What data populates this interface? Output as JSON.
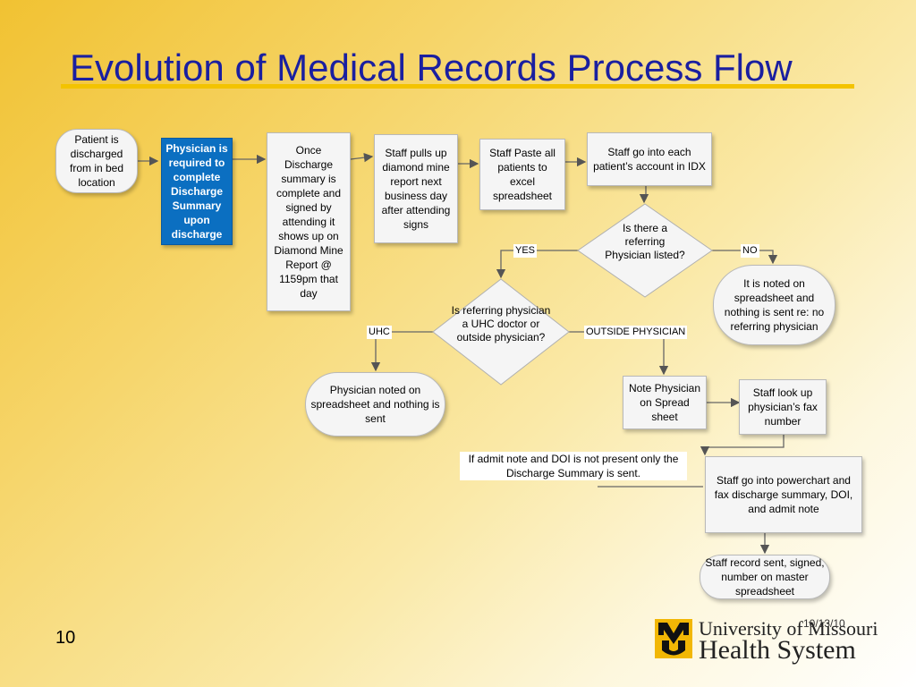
{
  "slide": {
    "title": "Evolution of Medical Records Process Flow",
    "number": "10",
    "date": "10/13/10",
    "logo": {
      "line1": "University of Missouri",
      "line2": "Health System"
    }
  },
  "flow": {
    "nodes": {
      "patient_discharged": "Patient is discharged from in bed location",
      "physician_required": "Physician is required to complete Discharge Summary upon discharge",
      "once_discharge": "Once Discharge summary is complete and signed by attending it shows up on Diamond Mine Report @ 1159pm that day",
      "staff_pulls": "Staff pulls up diamond mine report next business day after attending signs",
      "staff_paste": "Staff Paste all patients to excel spreadsheet",
      "staff_idx": "Staff go into each patient’s account in IDX",
      "noted_no_ref": "It is noted on spreadsheet and nothing is sent re: no referring physician",
      "noted_uhc": "Physician noted on spreadsheet and nothing is sent",
      "note_physician": "Note Physician on Spread sheet",
      "lookup_fax": "Staff look up physician’s fax number",
      "powerchart": "Staff go into powerchart and fax discharge summary, DOI, and admit note",
      "record_sent": "Staff record sent, signed, number on master spreadsheet"
    },
    "decisions": {
      "referring_listed": "Is there a referring Physician listed?",
      "uhc_or_outside": "Is referring physician a UHC doctor or outside physician?"
    },
    "edge_labels": {
      "yes": "YES",
      "no": "NO",
      "uhc": "UHC",
      "outside": "OUTSIDE PHYSICIAN"
    },
    "note": "If admit note and DOI is not present only the Discharge Summary is sent."
  }
}
